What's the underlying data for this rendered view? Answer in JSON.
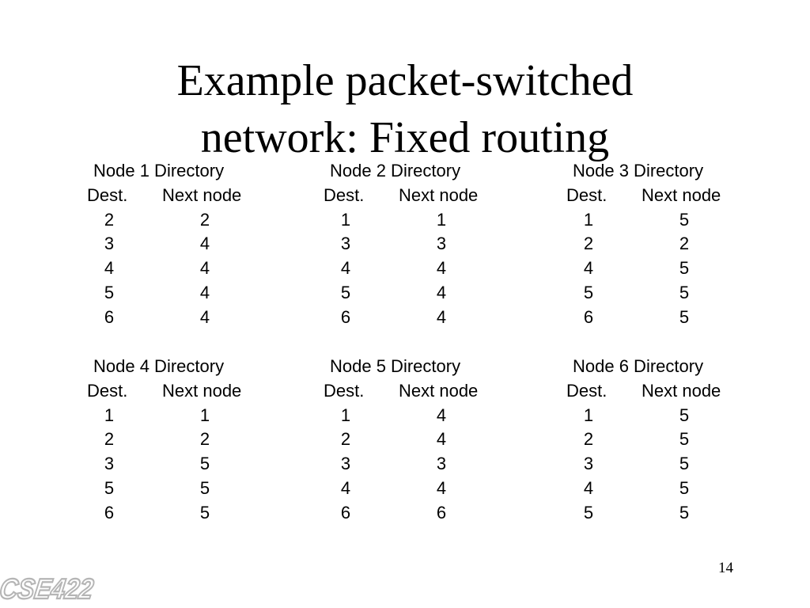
{
  "slide": {
    "title_lines": [
      "Example packet-switched",
      "network: Fixed routing"
    ],
    "page_number": "14",
    "logo_text": "CSE422"
  },
  "directories": [
    {
      "title": "Node 1 Directory",
      "col_dest": "Dest.",
      "col_next": "Next node",
      "rows": [
        [
          "2",
          "2"
        ],
        [
          "3",
          "4"
        ],
        [
          "4",
          "4"
        ],
        [
          "5",
          "4"
        ],
        [
          "6",
          "4"
        ]
      ]
    },
    {
      "title": "Node 2 Directory",
      "col_dest": "Dest.",
      "col_next": "Next node",
      "rows": [
        [
          "1",
          "1"
        ],
        [
          "3",
          "3"
        ],
        [
          "4",
          "4"
        ],
        [
          "5",
          "4"
        ],
        [
          "6",
          "4"
        ]
      ]
    },
    {
      "title": "Node 3 Directory",
      "col_dest": "Dest.",
      "col_next": "Next node",
      "rows": [
        [
          "1",
          "5"
        ],
        [
          "2",
          "2"
        ],
        [
          "4",
          "5"
        ],
        [
          "5",
          "5"
        ],
        [
          "6",
          "5"
        ]
      ]
    },
    {
      "title": "Node 4 Directory",
      "col_dest": "Dest.",
      "col_next": "Next node",
      "rows": [
        [
          "1",
          "1"
        ],
        [
          "2",
          "2"
        ],
        [
          "3",
          "5"
        ],
        [
          "5",
          "5"
        ],
        [
          "6",
          "5"
        ]
      ]
    },
    {
      "title": "Node 5 Directory",
      "col_dest": "Dest.",
      "col_next": "Next node",
      "rows": [
        [
          "1",
          "4"
        ],
        [
          "2",
          "4"
        ],
        [
          "3",
          "3"
        ],
        [
          "4",
          "4"
        ],
        [
          "6",
          "6"
        ]
      ]
    },
    {
      "title": "Node 6 Directory",
      "col_dest": "Dest.",
      "col_next": "Next node",
      "rows": [
        [
          "1",
          "5"
        ],
        [
          "2",
          "5"
        ],
        [
          "3",
          "5"
        ],
        [
          "4",
          "5"
        ],
        [
          "5",
          "5"
        ]
      ]
    }
  ]
}
